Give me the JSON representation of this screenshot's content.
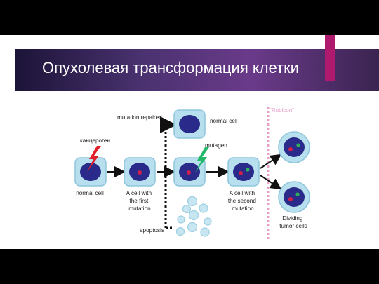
{
  "slide": {
    "title": "Опухолевая трансформация клетки",
    "colors": {
      "title_bar": "#4a3270",
      "accent": "#b01a6e",
      "cell_box": "#b8dfee",
      "nucleus": "#2a2a8a",
      "mutation_dot": "#d0204a",
      "second_mutation_dot": "#2eb05a",
      "apoptosis_body": "#c8e6f2",
      "rubicon": "#e8a0c8"
    }
  },
  "diagram": {
    "labels": {
      "carcinogen": "канцероген",
      "mutation_repaired": "mutation repaired",
      "normal_cell_top": "normal cell",
      "mutagen": "mutagen",
      "rubicon": "\"Rubicon\"",
      "apoptosis": "apoptosis",
      "normal_cell": "normal cell",
      "first_mutation": [
        "A cell with",
        "the first",
        "mutation"
      ],
      "second_mutation": [
        "A cell with",
        "the second",
        "mutation"
      ],
      "dividing": [
        "Dividing",
        "tumor cells"
      ]
    },
    "icons": [
      "lightning-bolt-icon",
      "lightning-bolt-icon"
    ]
  }
}
